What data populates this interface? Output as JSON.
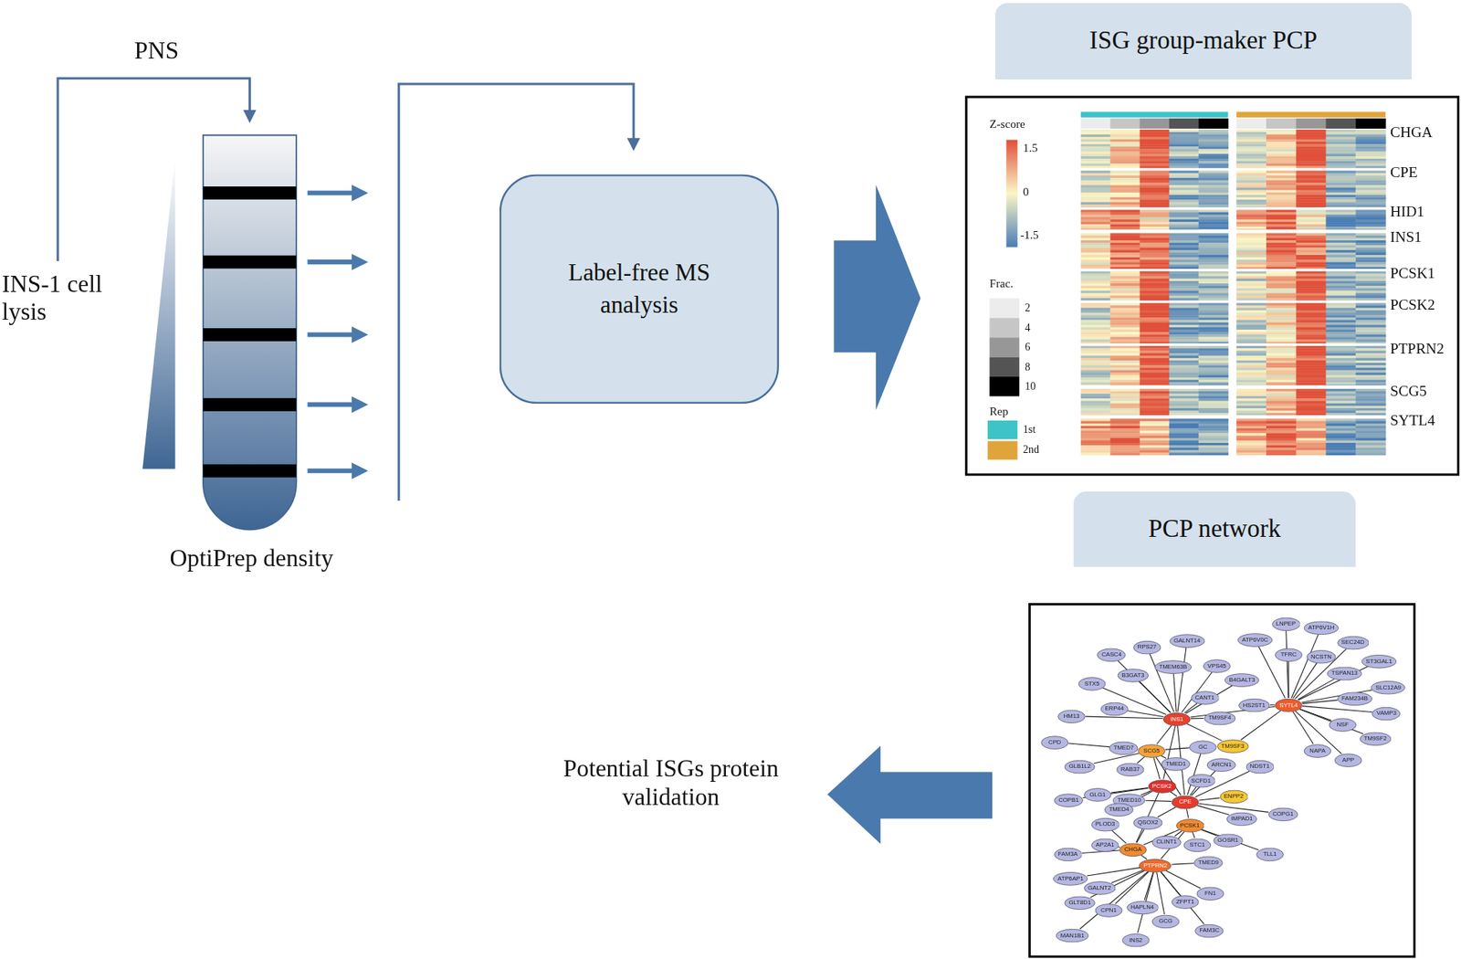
{
  "diagram": {
    "nodes": [
      {
        "text": [
          "Label-free MS analysis"
        ]
      },
      {
        "text": [
          "ISG group-maker PCP"
        ]
      },
      {
        "text": [
          "PCP network"
        ]
      },
      {
        "text": [
          "SYTL4"
        ]
      },
      {
        "text": [
          "INS1"
        ]
      },
      {
        "text": [
          "TM9SF3"
        ]
      },
      {
        "text": [
          "SCG5"
        ]
      },
      {
        "text": [
          "PCSK2"
        ]
      },
      {
        "text": [
          "CPE"
        ]
      },
      {
        "text": [
          "ENPP2"
        ]
      },
      {
        "text": [
          "PCSK1"
        ]
      },
      {
        "text": [
          "CHGA"
        ]
      },
      {
        "text": [
          "PTPRN2"
        ]
      },
      {
        "text": [
          "LNPEP"
        ]
      },
      {
        "text": [
          "ATP6V1H"
        ]
      },
      {
        "text": [
          "ATP6V0C"
        ]
      },
      {
        "text": [
          "SEC24D"
        ]
      },
      {
        "text": [
          "TFRC"
        ]
      },
      {
        "text": [
          "NCSTN"
        ]
      },
      {
        "text": [
          "ST3GAL1"
        ]
      },
      {
        "text": [
          "TSPAN13"
        ]
      },
      {
        "text": [
          "SLC12A9"
        ]
      },
      {
        "text": [
          "FAM234B"
        ]
      },
      {
        "text": [
          "VAMP3"
        ]
      },
      {
        "text": [
          "NSF"
        ]
      },
      {
        "text": [
          "TM9SF2"
        ]
      },
      {
        "text": [
          "NAPA"
        ]
      },
      {
        "text": [
          "APP"
        ]
      },
      {
        "text": [
          "HS2ST1"
        ]
      },
      {
        "text": [
          "CASC4"
        ]
      },
      {
        "text": [
          "RPS27"
        ]
      },
      {
        "text": [
          "GALNT14"
        ]
      },
      {
        "text": [
          "B3GAT3"
        ]
      },
      {
        "text": [
          "TMEM63B"
        ]
      },
      {
        "text": [
          "VPS45"
        ]
      },
      {
        "text": [
          "B4GALT3"
        ]
      },
      {
        "text": [
          "STX5"
        ]
      },
      {
        "text": [
          "CANT1"
        ]
      },
      {
        "text": [
          "ERP44"
        ]
      },
      {
        "text": [
          "TM9SF4"
        ]
      },
      {
        "text": [
          "HM13"
        ]
      },
      {
        "text": [
          "CPD"
        ]
      },
      {
        "text": [
          "TMED7"
        ]
      },
      {
        "text": [
          "GC"
        ]
      },
      {
        "text": [
          "TMED1"
        ]
      },
      {
        "text": [
          "ARCN1"
        ]
      },
      {
        "text": [
          "NDST1"
        ]
      },
      {
        "text": [
          "GLB1L2"
        ]
      },
      {
        "text": [
          "RAB37"
        ]
      },
      {
        "text": [
          "SCFD1"
        ]
      },
      {
        "text": [
          "TMED10"
        ]
      },
      {
        "text": [
          "COPB1"
        ]
      },
      {
        "text": [
          "GLG1"
        ]
      },
      {
        "text": [
          "TMED4"
        ]
      },
      {
        "text": [
          "QSOX2"
        ]
      },
      {
        "text": [
          "IMPAD1"
        ]
      },
      {
        "text": [
          "COPG1"
        ]
      },
      {
        "text": [
          "PLOD3"
        ]
      },
      {
        "text": [
          "AP2A1"
        ]
      },
      {
        "text": [
          "CLINT1"
        ]
      },
      {
        "text": [
          "STC1"
        ]
      },
      {
        "text": [
          "GOSR1"
        ]
      },
      {
        "text": [
          "TLL1"
        ]
      },
      {
        "text": [
          "FAM3A"
        ]
      },
      {
        "text": [
          "TMED9"
        ]
      },
      {
        "text": [
          "ATP6AP1"
        ]
      },
      {
        "text": [
          "GALNT2"
        ]
      },
      {
        "text": [
          "FN1"
        ]
      },
      {
        "text": [
          "GLT8D1"
        ]
      },
      {
        "text": [
          "ZFPT1"
        ]
      },
      {
        "text": [
          "CPN1"
        ]
      },
      {
        "text": [
          "HAPLN4"
        ]
      },
      {
        "text": [
          "GCG"
        ]
      },
      {
        "text": [
          "FAM3C"
        ]
      },
      {
        "text": [
          "MAN1B1"
        ]
      },
      {
        "text": [
          "INS2"
        ]
      }
    ],
    "edges": [
      {
        "from": 3,
        "to": 13,
        "arrow": "none"
      },
      {
        "from": 3,
        "to": 14,
        "arrow": "none"
      },
      {
        "from": 3,
        "to": 15,
        "arrow": "none"
      },
      {
        "from": 3,
        "to": 16,
        "arrow": "none"
      },
      {
        "from": 3,
        "to": 17,
        "arrow": "none"
      },
      {
        "from": 3,
        "to": 18,
        "arrow": "none"
      },
      {
        "from": 3,
        "to": 19,
        "arrow": "none"
      },
      {
        "from": 3,
        "to": 20,
        "arrow": "none"
      },
      {
        "from": 3,
        "to": 21,
        "arrow": "none"
      },
      {
        "from": 3,
        "to": 22,
        "arrow": "none"
      },
      {
        "from": 3,
        "to": 23,
        "arrow": "none"
      },
      {
        "from": 3,
        "to": 24,
        "arrow": "none"
      },
      {
        "from": 3,
        "to": 25,
        "arrow": "none"
      },
      {
        "from": 3,
        "to": 26,
        "arrow": "none"
      },
      {
        "from": 3,
        "to": 27,
        "arrow": "none"
      },
      {
        "from": 3,
        "to": 28,
        "arrow": "none"
      },
      {
        "from": 3,
        "to": 5,
        "arrow": "none"
      },
      {
        "from": 3,
        "to": 4,
        "arrow": "none"
      },
      {
        "from": 4,
        "to": 29,
        "arrow": "none"
      },
      {
        "from": 4,
        "to": 30,
        "arrow": "none"
      },
      {
        "from": 4,
        "to": 31,
        "arrow": "none"
      },
      {
        "from": 4,
        "to": 32,
        "arrow": "none"
      },
      {
        "from": 4,
        "to": 33,
        "arrow": "none"
      },
      {
        "from": 4,
        "to": 34,
        "arrow": "none"
      },
      {
        "from": 4,
        "to": 35,
        "arrow": "none"
      },
      {
        "from": 4,
        "to": 36,
        "arrow": "none"
      },
      {
        "from": 4,
        "to": 37,
        "arrow": "none"
      },
      {
        "from": 4,
        "to": 38,
        "arrow": "none"
      },
      {
        "from": 4,
        "to": 39,
        "arrow": "none"
      },
      {
        "from": 4,
        "to": 40,
        "arrow": "none"
      },
      {
        "from": 4,
        "to": 5,
        "arrow": "none"
      },
      {
        "from": 4,
        "to": 6,
        "arrow": "none"
      },
      {
        "from": 4,
        "to": 7,
        "arrow": "none"
      },
      {
        "from": 4,
        "to": 8,
        "arrow": "none"
      },
      {
        "from": 6,
        "to": 42,
        "arrow": "none"
      },
      {
        "from": 6,
        "to": 41,
        "arrow": "none"
      },
      {
        "from": 6,
        "to": 47,
        "arrow": "none"
      },
      {
        "from": 6,
        "to": 48,
        "arrow": "none"
      },
      {
        "from": 6,
        "to": 43,
        "arrow": "none"
      },
      {
        "from": 6,
        "to": 44,
        "arrow": "none"
      },
      {
        "from": 6,
        "to": 7,
        "arrow": "none"
      },
      {
        "from": 6,
        "to": 8,
        "arrow": "none"
      },
      {
        "from": 8,
        "to": 45,
        "arrow": "none"
      },
      {
        "from": 8,
        "to": 46,
        "arrow": "none"
      },
      {
        "from": 8,
        "to": 49,
        "arrow": "none"
      },
      {
        "from": 8,
        "to": 9,
        "arrow": "none"
      },
      {
        "from": 8,
        "to": 50,
        "arrow": "none"
      },
      {
        "from": 8,
        "to": 56,
        "arrow": "none"
      },
      {
        "from": 8,
        "to": 55,
        "arrow": "none"
      },
      {
        "from": 8,
        "to": 10,
        "arrow": "none"
      },
      {
        "from": 8,
        "to": 43,
        "arrow": "none"
      },
      {
        "from": 8,
        "to": 54,
        "arrow": "none"
      },
      {
        "from": 7,
        "to": 52,
        "arrow": "none"
      },
      {
        "from": 7,
        "to": 51,
        "arrow": "none"
      },
      {
        "from": 7,
        "to": 50,
        "arrow": "none"
      },
      {
        "from": 7,
        "to": 53,
        "arrow": "none"
      },
      {
        "from": 7,
        "to": 8,
        "arrow": "none"
      },
      {
        "from": 7,
        "to": 11,
        "arrow": "none"
      },
      {
        "from": 10,
        "to": 62,
        "arrow": "none"
      },
      {
        "from": 10,
        "to": 61,
        "arrow": "none"
      },
      {
        "from": 10,
        "to": 60,
        "arrow": "none"
      },
      {
        "from": 10,
        "to": 59,
        "arrow": "none"
      },
      {
        "from": 10,
        "to": 11,
        "arrow": "none"
      },
      {
        "from": 10,
        "to": 12,
        "arrow": "none"
      },
      {
        "from": 11,
        "to": 58,
        "arrow": "none"
      },
      {
        "from": 11,
        "to": 63,
        "arrow": "none"
      },
      {
        "from": 11,
        "to": 57,
        "arrow": "none"
      },
      {
        "from": 11,
        "to": 12,
        "arrow": "none"
      },
      {
        "from": 11,
        "to": 54,
        "arrow": "none"
      },
      {
        "from": 12,
        "to": 65,
        "arrow": "none"
      },
      {
        "from": 12,
        "to": 66,
        "arrow": "none"
      },
      {
        "from": 12,
        "to": 68,
        "arrow": "none"
      },
      {
        "from": 12,
        "to": 70,
        "arrow": "none"
      },
      {
        "from": 12,
        "to": 71,
        "arrow": "none"
      },
      {
        "from": 12,
        "to": 72,
        "arrow": "none"
      },
      {
        "from": 12,
        "to": 69,
        "arrow": "none"
      },
      {
        "from": 12,
        "to": 67,
        "arrow": "none"
      },
      {
        "from": 12,
        "to": 73,
        "arrow": "none"
      },
      {
        "from": 12,
        "to": 74,
        "arrow": "none"
      },
      {
        "from": 12,
        "to": 75,
        "arrow": "none"
      },
      {
        "from": 12,
        "to": 64,
        "arrow": "none"
      }
    ],
    "labels": [
      "PNS",
      "INS-1 cell lysis",
      "OptiPrep density",
      "Z-score",
      "1.5",
      "0",
      "-1.5",
      "Frac.",
      "Rep",
      "CHGA",
      "CPE",
      "HID1",
      "INS1",
      "PCSK1",
      "PCSK2",
      "PTPRN2",
      "SCG5",
      "SYTL4",
      "Potential ISGs protein validation"
    ],
    "legend": [
      {
        "text": "2",
        "color": "#ececec"
      },
      {
        "text": "4",
        "color": "#c6c6c6"
      },
      {
        "text": "6",
        "color": "#979797"
      },
      {
        "text": "8",
        "color": "#545454"
      },
      {
        "text": "10",
        "color": "#000000"
      },
      {
        "text": "1st",
        "color": "#3ec3c6"
      },
      {
        "text": "2nd",
        "color": "#e0a53a"
      }
    ]
  }
}
